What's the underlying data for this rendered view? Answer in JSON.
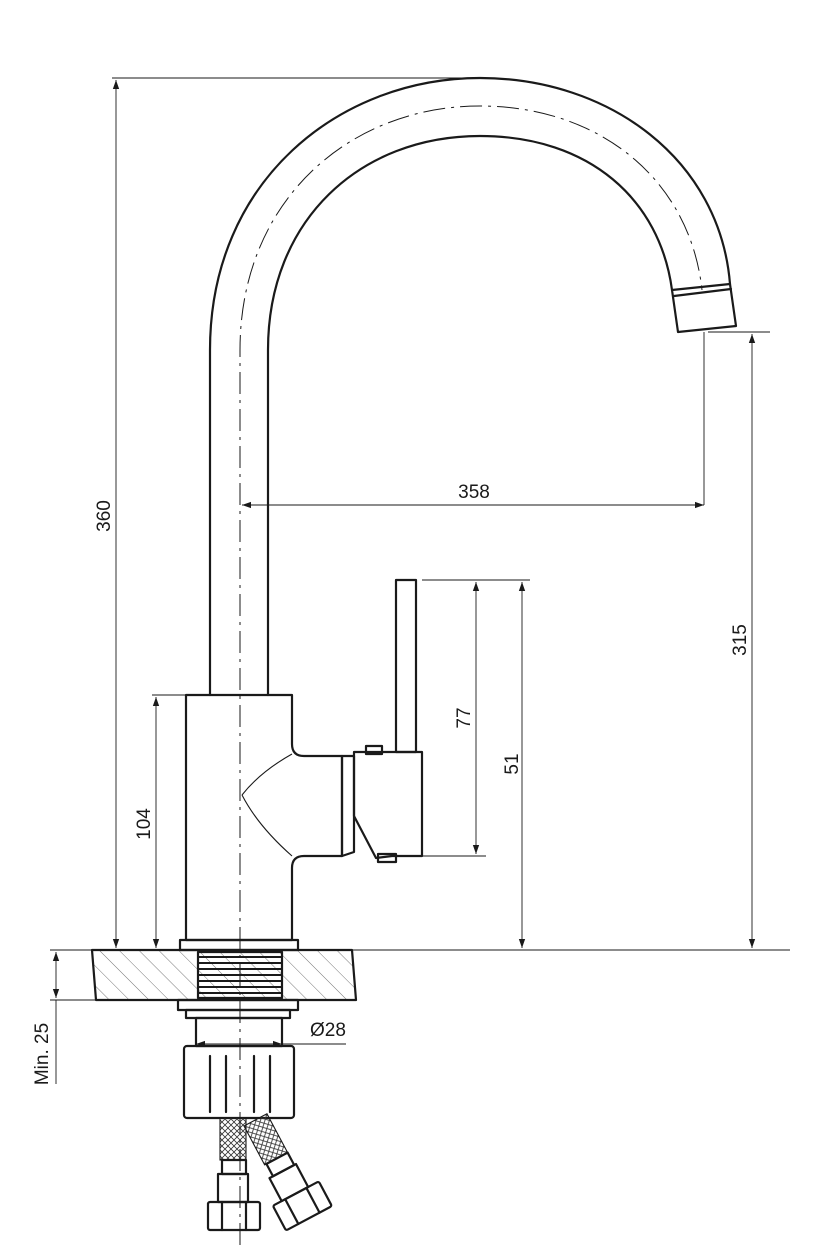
{
  "dimensions": {
    "total_height": "360",
    "spout_reach": "358",
    "spout_clearance": "315",
    "lever_height_upper": "77",
    "lever_height_lower": "51",
    "body_height": "104",
    "thread_diameter": "Ø28",
    "min_counter_thickness": "Min. 25"
  },
  "icons": {
    "arrowhead": "arrow-icon"
  }
}
